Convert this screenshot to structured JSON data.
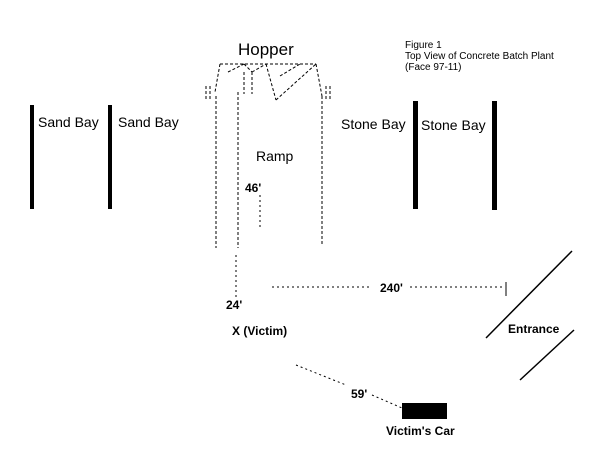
{
  "figure": {
    "number": "Figure 1",
    "title": "Top View of Concrete Batch Plant",
    "ref": "(Face 97-11)"
  },
  "labels": {
    "hopper": "Hopper",
    "ramp": "Ramp",
    "sand_bay_1": "Sand Bay",
    "sand_bay_2": "Sand Bay",
    "stone_bay_1": "Stone Bay",
    "stone_bay_2": "Stone Bay",
    "victim": "X  (Victim)",
    "entrance": "Entrance",
    "victims_car": "Victim's Car"
  },
  "distances": {
    "ramp_length": "46'",
    "to_victim": "24'",
    "to_entrance": "240'",
    "to_car": "59'"
  }
}
